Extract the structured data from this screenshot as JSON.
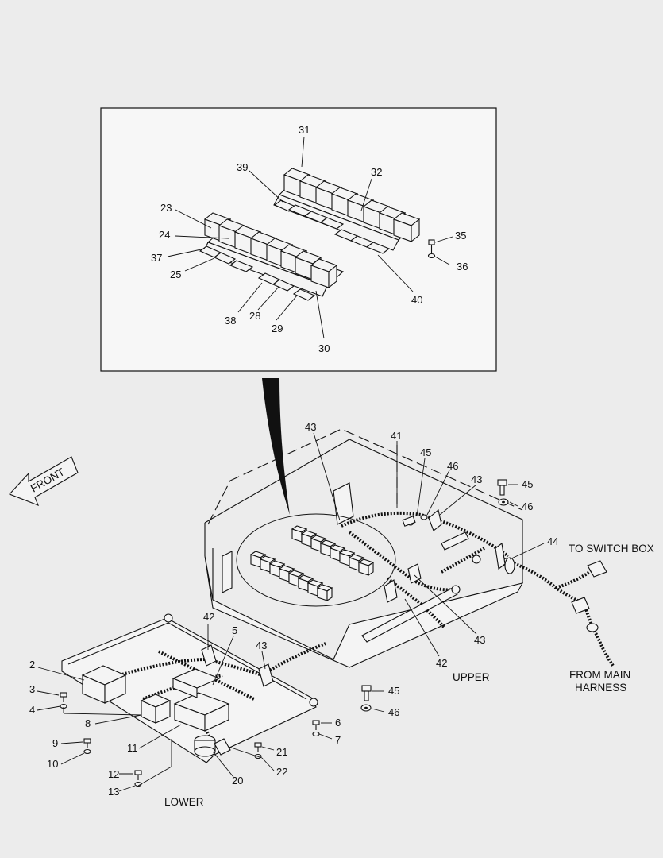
{
  "labels": {
    "inset": {
      "n31": "31",
      "n32": "32",
      "n39": "39",
      "n23": "23",
      "n24": "24",
      "n37": "37",
      "n25": "25",
      "n35": "35",
      "n36": "36",
      "n38": "38",
      "n28": "28",
      "n29": "29",
      "n40": "40",
      "n30": "30"
    },
    "upper": {
      "n43a": "43",
      "n41": "41",
      "n45a": "45",
      "n46a": "46",
      "n43b": "43",
      "n45b": "45",
      "n46b": "46",
      "n44": "44",
      "n42": "42",
      "n43c": "43",
      "n45c": "45",
      "n46c": "46"
    },
    "lower": {
      "n42": "42",
      "n5": "5",
      "n43": "43",
      "n2": "2",
      "n3": "3",
      "n4": "4",
      "n8": "8",
      "n9": "9",
      "n10": "10",
      "n11": "11",
      "n12": "12",
      "n13": "13",
      "n20": "20",
      "n21": "21",
      "n22": "22",
      "n6": "6",
      "n7": "7"
    }
  },
  "captions": {
    "front": "FRONT",
    "to_switch_box": "TO SWITCH BOX",
    "from_main_line1": "FROM MAIN",
    "from_main_line2": "HARNESS",
    "upper": "UPPER",
    "lower": "LOWER"
  },
  "colors": {
    "ink": "#111111",
    "background": "#ececec",
    "paper": "#f4f4f4"
  }
}
